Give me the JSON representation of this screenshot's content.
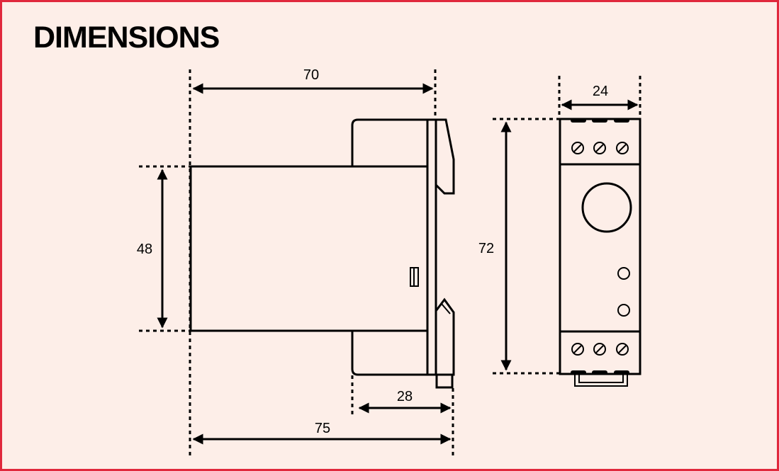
{
  "title": "DIMENSIONS",
  "side_view": {
    "width_label": "70",
    "height_label": "48",
    "depth_label": "28",
    "overall_label": "75"
  },
  "front_view": {
    "width_label": "24",
    "height_label": "72"
  },
  "colors": {
    "background": "#fdeee8",
    "border": "#e0283c",
    "ink": "#000000"
  }
}
